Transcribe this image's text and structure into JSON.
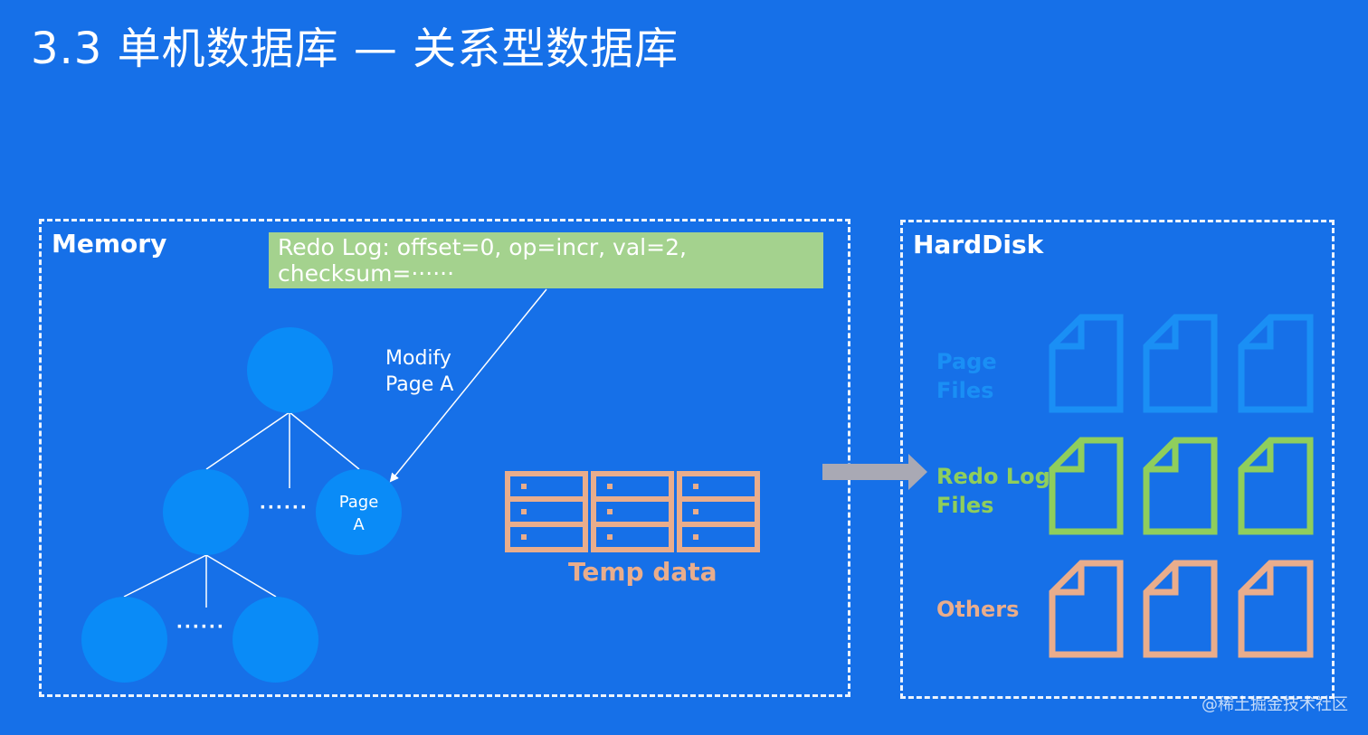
{
  "title": "3.3 单机数据库 — 关系型数据库",
  "memory": {
    "label": "Memory",
    "redo_log_text": "Redo Log: offset=0, op=incr, val=2, checksum=······",
    "modify_line1": "Modify",
    "modify_line2": "Page A",
    "page_a_line1": "Page",
    "page_a_line2": "A",
    "dots_upper": "······",
    "dots_lower": "······",
    "temp_data_label": "Temp data"
  },
  "harddisk": {
    "label": "HardDisk",
    "groups": [
      {
        "line1": "Page",
        "line2": "Files",
        "color": "#1a8ff5"
      },
      {
        "line1": "Redo Log",
        "line2": "Files",
        "color": "#8fce5c"
      },
      {
        "line1": "Others",
        "line2": "",
        "color": "#e9ad8c"
      }
    ]
  },
  "colors": {
    "background": "#1670e8",
    "node": "#0a8bf7",
    "redo_box": "#a4d28e",
    "temp_data": "#e9ad8c",
    "arrow": "#a9a9b4"
  },
  "watermark": "@稀土掘金技术社区"
}
